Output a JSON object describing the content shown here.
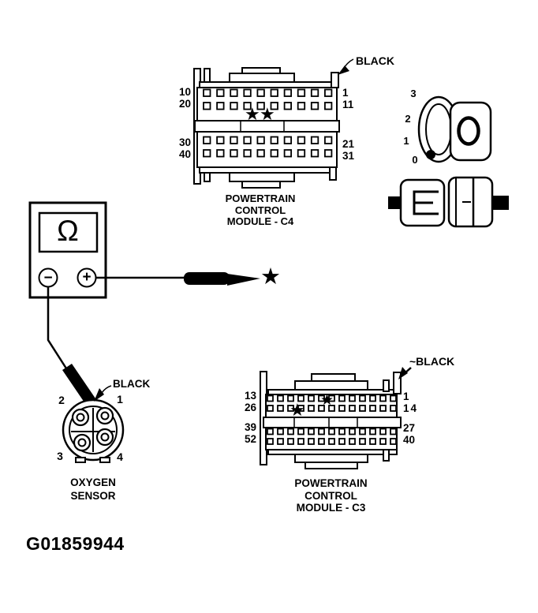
{
  "figure_id": "G01859944",
  "ink_color": "#000000",
  "paper_color": "#ffffff",
  "marker_glyph": "★",
  "pcm_c4": {
    "black_label": "BLACK",
    "left_pin_labels": [
      "10",
      "20",
      "30",
      "40"
    ],
    "right_pin_labels": [
      "1",
      "11",
      "21",
      "31"
    ],
    "rows": [
      {
        "pins": 10
      },
      {
        "pins": 10
      },
      {
        "pins": 10
      },
      {
        "pins": 10
      }
    ],
    "caption_lines": [
      "POWERTRAIN",
      "CONTROL",
      "MODULE - C4"
    ]
  },
  "pcm_c3": {
    "black_label": "~BLACK",
    "left_pin_labels": [
      "13",
      "26",
      "39",
      "52"
    ],
    "right_pin_labels": [
      "1",
      "14",
      "27",
      "40"
    ],
    "rows": [
      {
        "pins": 13
      },
      {
        "pins": 13
      },
      {
        "pins": 13
      },
      {
        "pins": 13
      }
    ],
    "caption_lines": [
      "POWERTRAIN",
      "CONTROL",
      "MODULE - C3"
    ]
  },
  "terminal_detail": {
    "scale_labels": [
      "3",
      "2",
      "1",
      "0"
    ]
  },
  "ohmmeter": {
    "display_symbol": "Ω",
    "negative_terminal": "−",
    "positive_terminal": "+"
  },
  "oxygen_sensor": {
    "black_label": "BLACK",
    "pin_numbers": {
      "top_left": "2",
      "top_right": "1",
      "bottom_left": "3",
      "bottom_right": "4"
    },
    "caption_lines": [
      "OXYGEN",
      "SENSOR"
    ]
  }
}
